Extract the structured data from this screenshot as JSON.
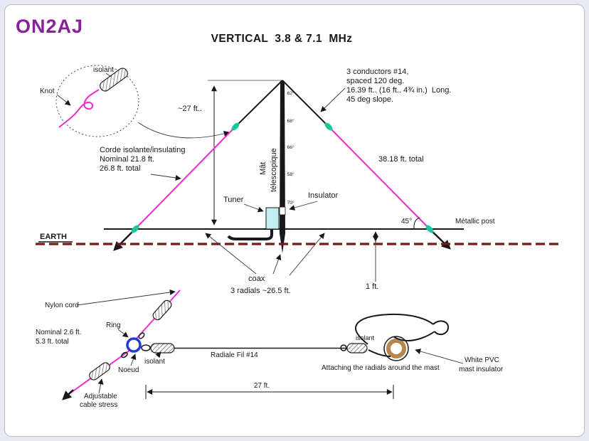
{
  "page": {
    "logo": "ON2AJ",
    "title": "VERTICAL  3.8 & 7.1  MHz"
  },
  "inset": {
    "isolant": "isolant",
    "knot": "Knot"
  },
  "main": {
    "height_dim": "~27 ft..",
    "note": [
      "3 conductors #14,",
      "spaced 120 deg.",
      "16.39 ft.. (16 ft.. 4¾ in.)  Long.",
      "45 deg slope."
    ],
    "cord": [
      "Corde isolante/insulating",
      "Nominal 21.8 ft.",
      "26.8 ft. total"
    ],
    "mast_word1": "Mât",
    "mast_word2": "télescopique",
    "sections": [
      "62°",
      "68°",
      "66°",
      "58°",
      "70°"
    ],
    "right_total": "38.18 ft. total",
    "tuner": "Tuner",
    "insulator": "Insulator",
    "earth": "EARTH",
    "angle": "45°",
    "post": "Métallic post",
    "coax": "coax",
    "radials": "3 radials ~26.5 ft.",
    "one_ft": "1 ft."
  },
  "detail": {
    "nylon": "Nylon cord",
    "ring": "Ring",
    "nominal": [
      "Nominal 2.6 ft.",
      "5.3 ft. total"
    ],
    "noeud": "Noeud",
    "isolant_left": "isolant",
    "wire": "Radiale Fil #14",
    "isolant_right": "isolant",
    "attach": "Attaching the radials around the mast",
    "pvc": [
      "White PVC",
      "mast insulator"
    ],
    "span_dim": "27 ft.",
    "adjustable": [
      "Adjustable",
      "cable stress"
    ]
  },
  "colors": {
    "cord": "#f02ad0",
    "connector": "#16c79a",
    "tuner_fill": "#c4edf3",
    "earth_line": "#7d1418",
    "ring_blue": "#2438d8",
    "pvc_brown": "#b5874f",
    "logo_purple": "#8a1f9e"
  }
}
